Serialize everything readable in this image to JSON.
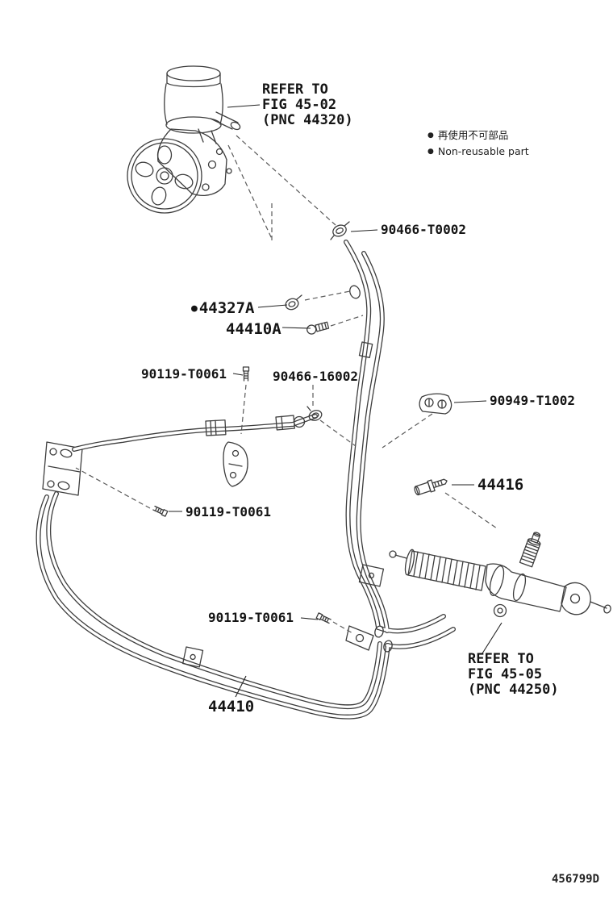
{
  "doc": {
    "background": "#ffffff",
    "drawing_number": "456799D"
  },
  "legend": {
    "marker": "●",
    "jp": "再使用不可部品",
    "en": "Non-reusable part"
  },
  "callouts": {
    "refer_top": {
      "l1": "REFER TO",
      "l2": "FIG 45-02",
      "l3": "(PNC 44320)"
    },
    "refer_bottom": {
      "l1": "REFER TO",
      "l2": "FIG 45-05",
      "l3": "(PNC 44250)"
    },
    "clamp_top": "90466-T0002",
    "clip_44327a": "44327A",
    "union_bolt_44410a": "44410A",
    "bolt_90119": "90119-T0061",
    "clamp_mid": "90466-16002",
    "clamp_bracket": "90949-T1002",
    "union_44416": "44416",
    "tube_assy_44410": "44410"
  }
}
